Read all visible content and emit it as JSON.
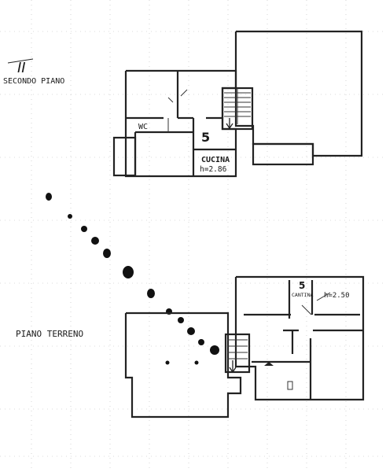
{
  "sheet": {
    "floor_upper": {
      "roman_numeral": "II",
      "label": "SECONDO  PIANO"
    },
    "floor_ground": {
      "label": "PIANO  TERRENO"
    }
  },
  "upper_plan": {
    "wc_label": "WC",
    "room_number": "5",
    "kitchen_label": "CUCINA",
    "height_label": "h=2.86"
  },
  "ground_plan": {
    "room_number": "5",
    "cellar_label": "CANTINA",
    "height_label": "h=2.50"
  }
}
